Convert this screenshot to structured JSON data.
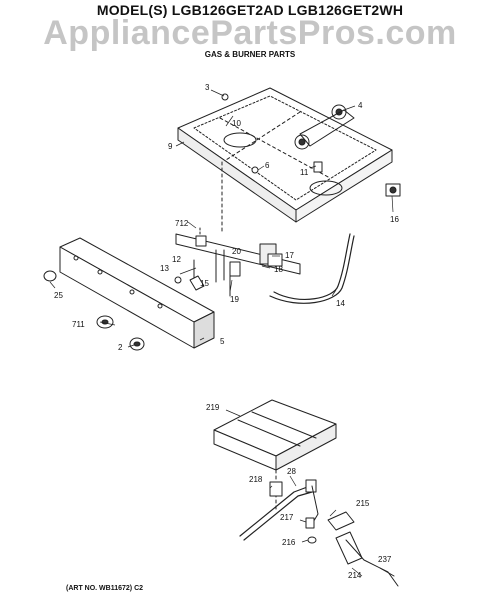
{
  "header": {
    "model_line": "MODEL(S) LGB126GET2AD  LGB126GET2WH",
    "watermark": "AppliancePartsPros.com",
    "section_title": "GAS & BURNER PARTS"
  },
  "footer": {
    "art_number": "(ART NO. WB11672) C2"
  },
  "callouts": [
    "3",
    "4",
    "9",
    "10",
    "6",
    "11",
    "16",
    "712",
    "20",
    "17",
    "18",
    "12",
    "13",
    "15",
    "19",
    "14",
    "25",
    "711",
    "5",
    "2",
    "219",
    "28",
    "218",
    "215",
    "217",
    "216",
    "237",
    "214"
  ]
}
